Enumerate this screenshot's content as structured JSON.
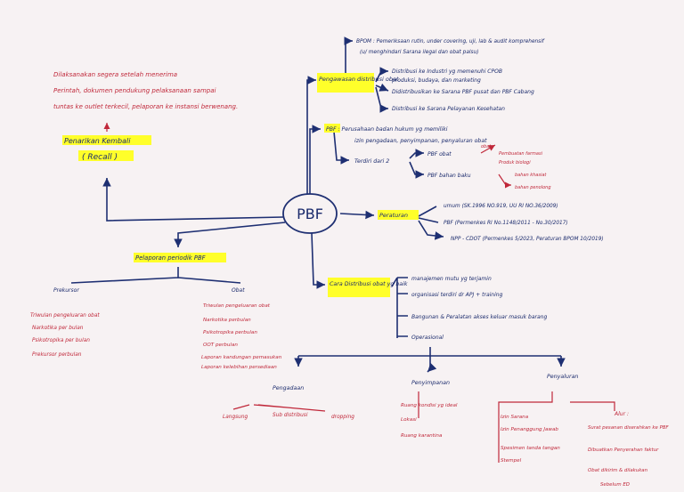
{
  "center": "PBF",
  "recall": {
    "title": "Penarikan Kembali",
    "subtitle": "( Recall )",
    "note": [
      "Dilaksanakan segera setelah menerima",
      "Perintah, dokumen pendukung pelaksanaan sampai",
      "tuntas ke outlet terkecil, pelaporan ke instansi berwenang."
    ]
  },
  "pengawasan": {
    "title": "Pengawasan distribusi obat",
    "bpom": [
      "BPOM : Pemeriksaan rutin, under covering, uji, lab & audit komprehensif",
      "(u/ menghindari Sarana ilegal dan obat palsu)"
    ],
    "items": [
      "Distribusi ke Industri yg memenuhi CPOB",
      "produksi, budaya, dan marketing",
      "Didistribusikan ke Sarana PBF pusat dan PBF Cabang",
      "Distribusi ke Sarana Pelayanan Kesehatan"
    ]
  },
  "pbf_def": {
    "line1": "PBF : Perusahaan badan hukum yg memiliki",
    "line2": "izin pengadaan, penyimpanan, penyaluran obat",
    "terdiri": "Terdiri dari 2",
    "obat": "PBF obat",
    "bahan": "PBF bahan baku",
    "obat_notes": [
      "obat",
      "Pembuatan farmasi",
      "Produk biologi"
    ],
    "bahan_notes": [
      "bahan khasiat",
      "bahan penolong"
    ]
  },
  "peraturan": {
    "title": "Peraturan",
    "items": [
      "umum (SK.1996 NO.919, UU RI NO.36/2009)",
      "PBF (Permenkes RI No.1148/2011 - No.30/2017)",
      "NPP - CDOT (Permenkes 5/2023, Peraturan BPOM 10/2019)"
    ]
  },
  "cdob": {
    "title": "Cara Distribusi obat yg baik",
    "items": [
      "manajemen mutu yg terjamin",
      "organisasi terdiri dr APJ + training",
      "Bangunan & Peralatan akses keluar masuk barang",
      "Operasional"
    ]
  },
  "pelaporan": {
    "title": "Pelaporan periodik PBF",
    "prekursor_title": "Prekursor",
    "prekursor": [
      "Triwulan pengeluaran obat",
      "Narkotika per bulan",
      "Psikotropika per bulan",
      "Prekursor perbulan"
    ],
    "obat_title": "Obat",
    "obat": [
      "Triwulan pengeluaran obat",
      "Narkotika perbulan",
      "Psikotropika perbulan",
      "OOT perbulan",
      "Laporan kandungan pemasukan",
      "Laporan kelebihan persediaan"
    ]
  },
  "operasional": {
    "pengadaan": {
      "title": "Pengadaan",
      "items": [
        "Langsung",
        "Sub distribusi",
        "dropping"
      ]
    },
    "penyimpanan": {
      "title": "Penyimpanan",
      "items": [
        "Ruang kondisi yg ideal",
        "Lokasi",
        "Ruang karantina"
      ]
    },
    "penyaluran": {
      "title": "Penyaluran",
      "items": [
        "Izin Sarana",
        "Izin Penanggung Jawab",
        "Spesimen tanda tangan",
        "Stempel"
      ],
      "alur_title": "Alur :",
      "alur": [
        "Surat pesanan diserahkan ke PBF",
        "Dibuatkan Penyerahan faktur",
        "Obat dikirim & dilakukan",
        "Sebelum ED"
      ]
    }
  }
}
